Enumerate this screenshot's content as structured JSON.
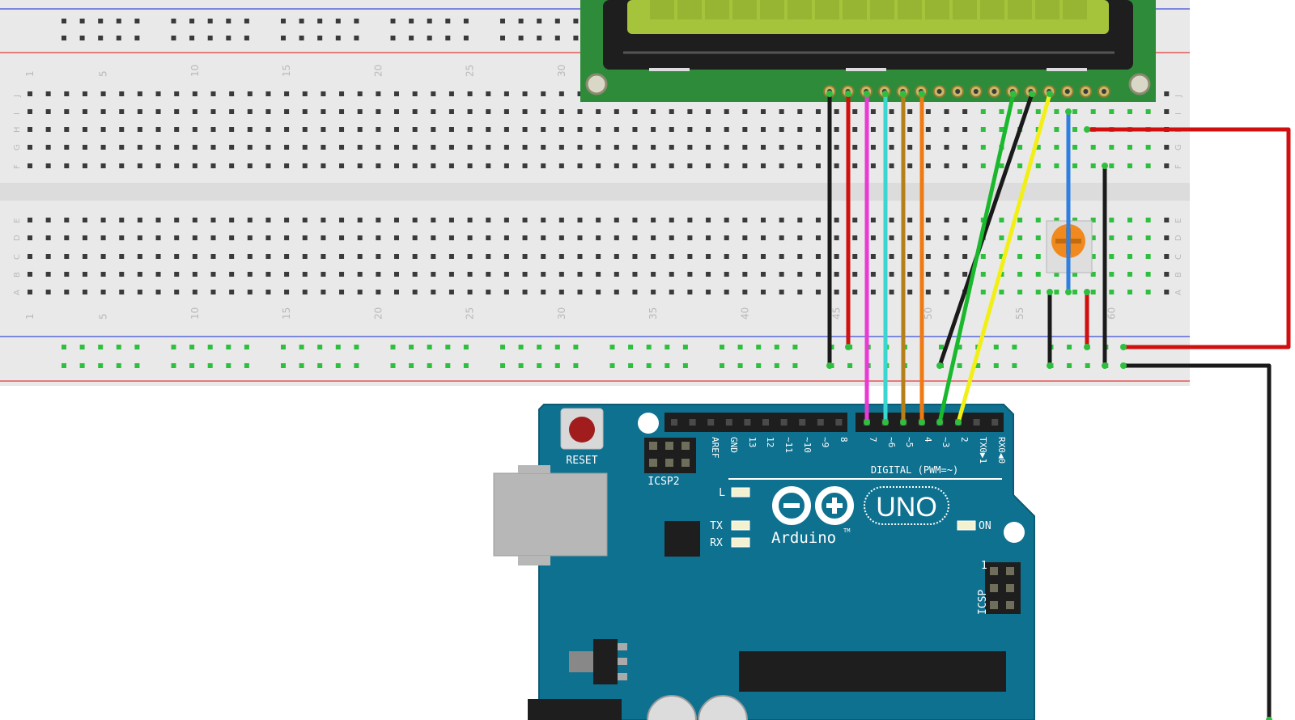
{
  "colors": {
    "breadboard": "#e9e9e9",
    "breadboard_gap": "#dcdcdc",
    "rail_red": "#e23b3b",
    "rail_blue": "#3b4fd8",
    "hole": "#3a3a3a",
    "hole_active": "#2fbf3f",
    "arduino": "#0f7190",
    "arduino_dark": "#0b5a74",
    "lcd_pcb": "#2e8b3a",
    "lcd_screen": "#a5c43b",
    "lcd_bezel": "#1e1e1e",
    "pot_body": "#f08a1e"
  },
  "breadboard": {
    "column_numbers": [
      "1",
      "5",
      "10",
      "15",
      "20",
      "25",
      "30",
      "35",
      "40",
      "45",
      "50",
      "55",
      "60"
    ],
    "rows_top": [
      "J",
      "I",
      "H",
      "G",
      "F"
    ],
    "rows_bottom": [
      "E",
      "D",
      "C",
      "B",
      "A"
    ]
  },
  "arduino": {
    "reset_label": "RESET",
    "icsp2_label": "ICSP2",
    "icsp_label": "ICSP",
    "icsp_pin1": "1",
    "digital_label": "DIGITAL (PWM=~)",
    "pins": [
      "AREF",
      "GND",
      "13",
      "12",
      "~11",
      "~10",
      "~9",
      "8",
      "7",
      "~6",
      "~5",
      "4",
      "~3",
      "2",
      "TX0▶1",
      "RX0◀0"
    ],
    "led_l": "L",
    "led_tx": "TX",
    "led_rx": "RX",
    "led_on": "ON",
    "logo_text": "Arduino",
    "logo_tm": "TM",
    "uno_text": "UNO"
  },
  "wires": [
    {
      "name": "lcd-vss-gnd",
      "color": "#1a1a1a"
    },
    {
      "name": "lcd-vdd-5v",
      "color": "#d10f0f"
    },
    {
      "name": "lcd-d7-pin7",
      "color": "#e93ad6"
    },
    {
      "name": "lcd-d6-pin6",
      "color": "#3ad6cf"
    },
    {
      "name": "lcd-d5-pin5",
      "color": "#b5801a"
    },
    {
      "name": "lcd-d4-pin4",
      "color": "#ef7a12"
    },
    {
      "name": "lcd-e-pin3",
      "color": "#19b82d"
    },
    {
      "name": "lcd-rw-gnd",
      "color": "#1a1a1a"
    },
    {
      "name": "lcd-rs-pin2",
      "color": "#f2ef16"
    },
    {
      "name": "lcd-v0-pot",
      "color": "#2f7fe0"
    },
    {
      "name": "power-5v-red",
      "color": "#d10f0f"
    },
    {
      "name": "power-gnd-black",
      "color": "#1a1a1a"
    }
  ]
}
